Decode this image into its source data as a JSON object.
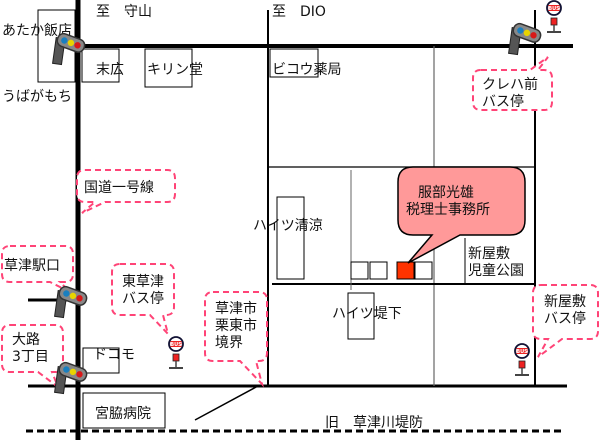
{
  "directions": {
    "to_moriyama": "至　守山",
    "to_dio": "至　DIO"
  },
  "landmarks": {
    "atakahanten": "あたか飯店",
    "ubagamochi": "うばがもち",
    "suehiro": "末広",
    "kirindo": "キリン堂",
    "bikou_pharmacy": "ビコウ薬局",
    "heights_seiryo": "ハイツ清涼",
    "heights_tsutsumishita": "ハイツ堤下",
    "park": [
      "新屋敷",
      "児童公園"
    ],
    "docomo": "ドコモ",
    "miyawaki_hospital": "宮脇病院",
    "old_embankment": "旧　草津川堤防"
  },
  "callouts": {
    "route1": "国道一号線",
    "kureha_stop": [
      "クレハ前",
      "バス停"
    ],
    "kusatsu_station": "草津駅口",
    "higashi_kusatsu_stop": [
      "東草津",
      "バス停"
    ],
    "oji_3chome": [
      "大路",
      "3丁目"
    ],
    "city_border": [
      "草津市",
      "栗東市",
      "境界"
    ],
    "shinyashiki_stop": [
      "新屋敷",
      "バス停"
    ]
  },
  "office": {
    "name": [
      "服部光雄",
      "税理士事務所"
    ],
    "color": "#ff9999",
    "marker_color": "#ff3300"
  },
  "icons": {
    "traffic_light": "traffic-light-icon",
    "bus_stop": "bus-stop-icon",
    "bus_sign_text": "BUS"
  },
  "colors": {
    "callout_border": "#ff4477",
    "road": "#000000"
  }
}
